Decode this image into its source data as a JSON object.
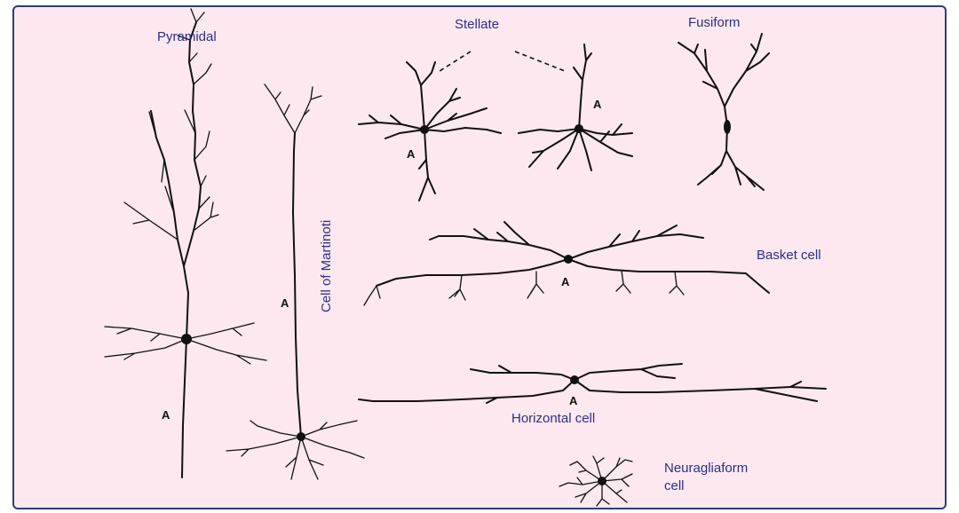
{
  "labels": {
    "pyramidal": "Pyramidal",
    "stellate": "Stellate",
    "fusiform": "Fusiform",
    "martinotti": "Cell of Martinoti",
    "basket": "Basket cell",
    "horizontal": "Horizontal cell",
    "neuragliaform_line1": "Neuragliaform",
    "neuragliaform_line2": "cell"
  },
  "axon_marker": "A",
  "colors": {
    "background": "#fce8ee",
    "border": "#2a3f7a",
    "label_text": "#2b2f8f",
    "line": "#111111"
  }
}
